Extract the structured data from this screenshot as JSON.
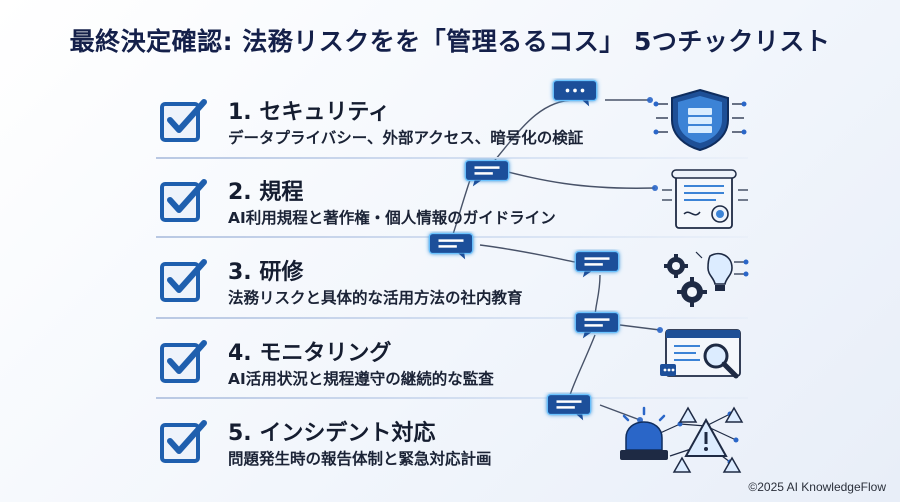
{
  "title": "最終決定確認: 法務リスクをを「管理るるコス」 5つチックリスト",
  "items": [
    {
      "heading": "1. セキュリティ",
      "desc": "データプライバシー、外部アクセス、暗号化の検証",
      "icon": "shield-server-icon"
    },
    {
      "heading": "2. 規程",
      "desc": "AI利用規程と著作権・個人情報のガイドライン",
      "icon": "document-certificate-icon"
    },
    {
      "heading": "3. 研修",
      "desc": "法務リスクと具体的な活用方法の社内教育",
      "icon": "gears-lightbulb-icon"
    },
    {
      "heading": "4. モニタリング",
      "desc": "AI活用状況と規程遵守の継続的な監査",
      "icon": "monitor-magnifier-icon"
    },
    {
      "heading": "5. インシデント対応",
      "desc": "問題発生時の報告体制と緊急対応計画",
      "icon": "alert-siren-icon"
    }
  ],
  "footer": "©2025 AI KnowledgeFlow",
  "colors": {
    "accent": "#1f5fae",
    "title": "#14204a",
    "glow": "#4fb3ff"
  }
}
